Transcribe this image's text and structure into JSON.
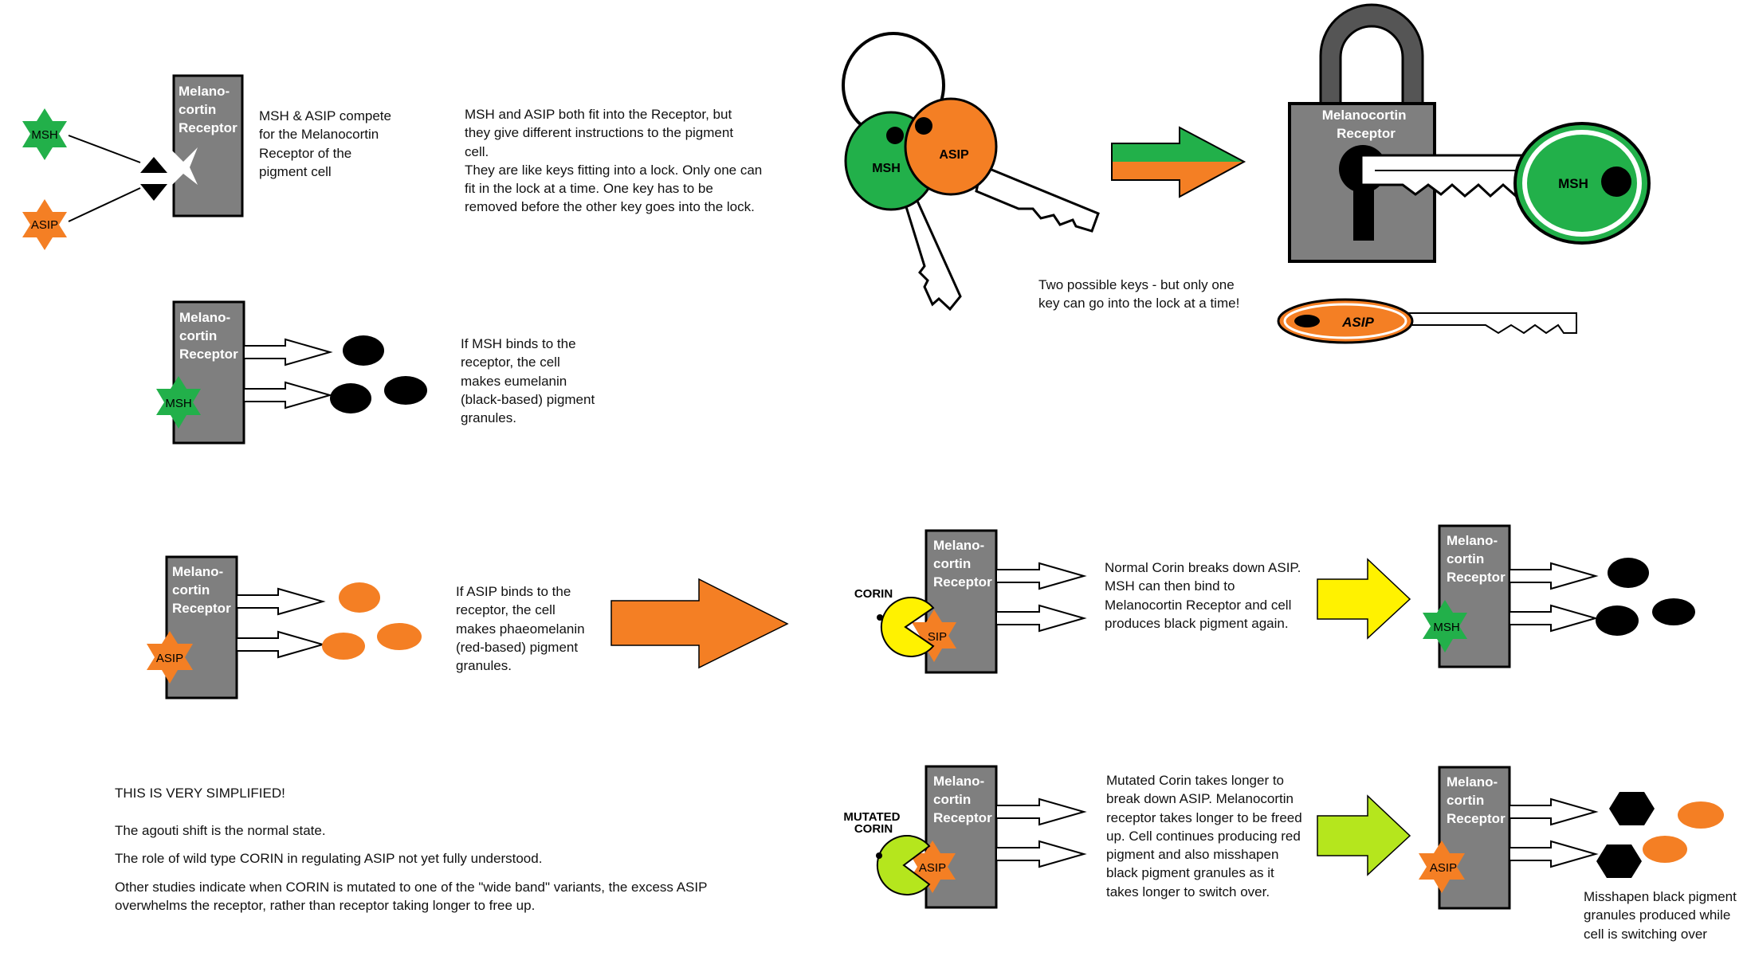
{
  "colors": {
    "receptor_fill": "#7f7f7f",
    "msh_green": "#22b04a",
    "asip_orange": "#f47f24",
    "corin_yellow": "#fff200",
    "mutated_corin_green": "#b5e61d",
    "black_pigment": "#000000",
    "red_pigment": "#f47f24"
  },
  "labels": {
    "receptor_lines": [
      "Melano-",
      "cortin",
      "Receptor"
    ],
    "receptor_lock_lines": [
      "Melanocortin",
      "Receptor"
    ],
    "msh": "MSH",
    "asip": "ASIP",
    "asip_partial": "SIP",
    "corin": "CORIN",
    "mutated_corin_lines": [
      "MUTATED",
      "CORIN"
    ]
  },
  "texts": {
    "compete": [
      "MSH & ASIP compete",
      "for the Melanocortin",
      "Receptor of the",
      "pigment cell"
    ],
    "keys_explain": [
      "MSH and ASIP both fit into the Receptor, but",
      "they give different instructions to the pigment",
      "cell.",
      "They are like keys fitting into a lock. Only one can",
      "fit in the lock at a time. One key has to be",
      "removed before the other key goes into the lock."
    ],
    "two_keys": [
      "Two possible keys - but only one",
      "key can go into the lock at a time!"
    ],
    "msh_binds": [
      "If MSH binds to the",
      "receptor, the cell",
      "makes eumelanin",
      "(black-based) pigment",
      "granules."
    ],
    "asip_binds": [
      "If ASIP binds to the",
      "receptor, the cell",
      "makes phaeomelanin",
      "(red-based) pigment",
      "granules."
    ],
    "normal_corin": [
      "Normal Corin breaks down ASIP.",
      "MSH can then bind to",
      "Melanocortin Receptor and cell",
      "produces black pigment again."
    ],
    "mutated_corin": [
      "Mutated Corin takes longer to",
      "break down ASIP. Melanocortin",
      "receptor takes longer to be freed",
      "up. Cell continues producing red",
      "pigment and also misshapen",
      "black pigment granules as it",
      "takes longer to switch over."
    ],
    "misshapen": [
      "Misshapen black pigment",
      "granules produced while",
      "cell is switching over"
    ],
    "simplified": "THIS IS VERY SIMPLIFIED!",
    "note_agouti": "The agouti shift is the normal state.",
    "note_corin_role": "The role of wild type CORIN in regulating ASIP not yet fully understood.",
    "note_other_studies": [
      "Other studies indicate when CORIN is mutated to one of the \"wide band\" variants, the excess ASIP",
      "overwhelms the receptor, rather than receptor taking longer to free up."
    ]
  }
}
